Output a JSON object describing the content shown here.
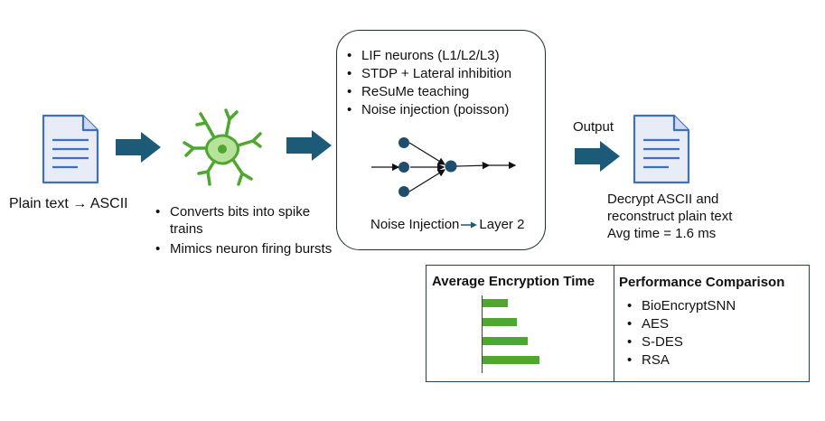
{
  "plaintext": {
    "label": "Plain text → ASCII"
  },
  "encoder": {
    "bullets": [
      "Converts bits into spike trains",
      "Mimics neuron firing bursts"
    ]
  },
  "snn": {
    "bullets": [
      "LIF neurons (L1/L2/L3)",
      "STDP + Lateral inhibition",
      "ReSuMe teaching",
      "Noise injection (poisson)"
    ],
    "caption_left": "Noise Injection",
    "caption_right": "Layer 2"
  },
  "output": {
    "label": "Output",
    "description_lines": [
      "Decrypt ASCII and",
      "reconstruct plain text",
      "Avg time = 1.6 ms"
    ]
  },
  "encryption_time": {
    "title": "Average Encryption Time",
    "chart_data": {
      "type": "bar",
      "orientation": "horizontal",
      "categories": [
        "BioEncryptSNN",
        "AES",
        "S-DES",
        "RSA"
      ],
      "values": [
        28,
        38,
        50,
        63
      ],
      "bar_color": "#4ea72e"
    }
  },
  "comparison": {
    "title": "Performance Comparison",
    "items": [
      "BioEncryptSNN",
      "AES",
      "S-DES",
      "RSA"
    ]
  },
  "colors": {
    "arrow": "#1d5a78",
    "doc_stroke": "#3f6fbf",
    "doc_fill": "#e7ecf7",
    "neuron_fill": "#b6e29b",
    "neuron_stroke": "#4ea72e",
    "node_fill": "#1f4d6e",
    "bar": "#4ea72e"
  }
}
